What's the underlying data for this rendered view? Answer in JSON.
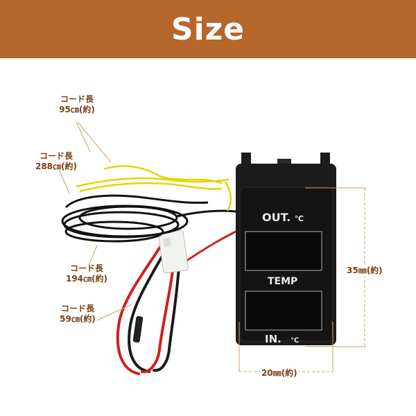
{
  "banner": {
    "title": "Size"
  },
  "cords": [
    {
      "name": "コード長",
      "length": "95㎝(約)"
    },
    {
      "name": "コード長",
      "length": "288㎝(約)"
    },
    {
      "name": "コード長",
      "length": "194㎝(約)"
    },
    {
      "name": "コード長",
      "length": "59㎝(約)"
    }
  ],
  "panel": {
    "out_label": "OUT.",
    "out_unit": "℃",
    "temp_label": "TEMP",
    "in_label": "IN.",
    "in_unit": "℃"
  },
  "dimensions": {
    "height": "35㎜(約)",
    "width": "20㎜(約)"
  },
  "colors": {
    "banner": "#b5672c",
    "label_text": "#7a3e14",
    "wire_yellow": "#e6d400",
    "wire_red": "#d21e1e",
    "wire_black": "#111111"
  }
}
